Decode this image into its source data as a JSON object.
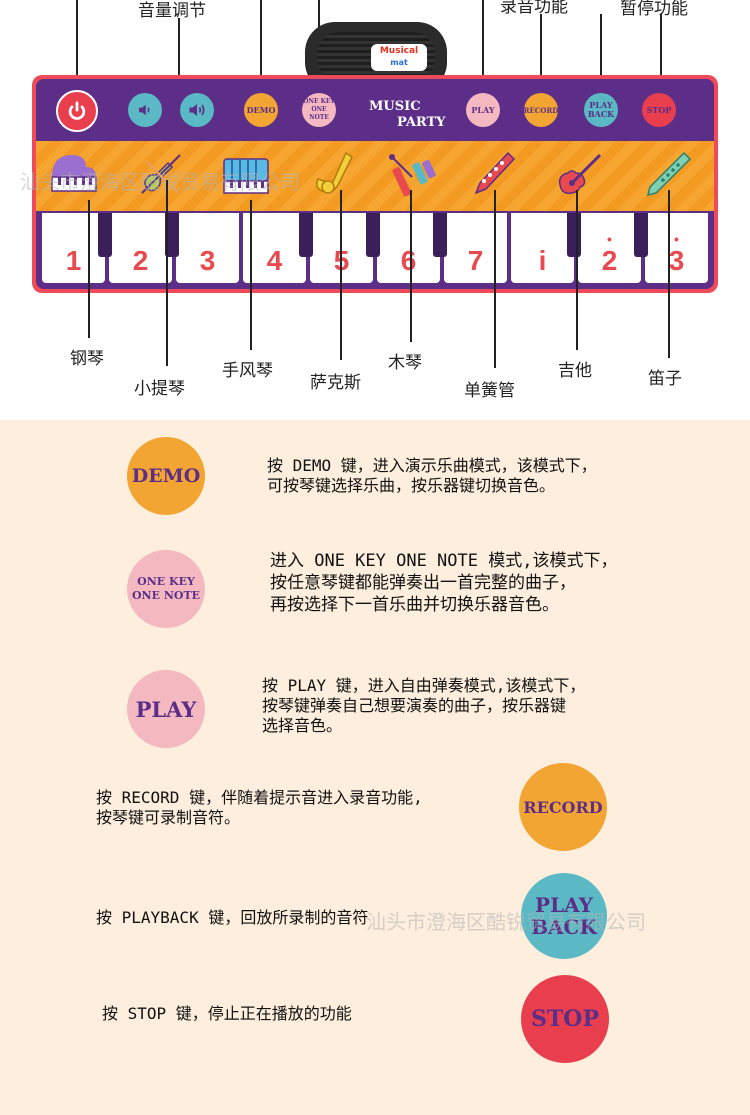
{
  "top_callouts": {
    "volume": "音量调节",
    "record": "录音功能",
    "stop": "暂停功能"
  },
  "speaker": {
    "logo_line1": "Musical",
    "logo_line2": "mat"
  },
  "mat": {
    "title_line1": "MUSIC",
    "title_line2": "PARTY",
    "buttons": {
      "demo": "DEMO",
      "one_key_line1": "ONE KEY",
      "one_key_line2": "ONE NOTE",
      "play": "PLAY",
      "record": "RECORD",
      "playback_line1": "PLAY",
      "playback_line2": "BACK",
      "stop": "STOP"
    },
    "keys": [
      "1",
      "2",
      "3",
      "4",
      "5",
      "6",
      "7",
      "i",
      "2",
      "3"
    ]
  },
  "instruments": {
    "piano": "钢琴",
    "violin": "小提琴",
    "accordion": "手风琴",
    "saxophone": "萨克斯",
    "xylophone": "木琴",
    "clarinet": "单簧管",
    "guitar": "吉他",
    "flute": "笛子"
  },
  "watermark": "汕头市澄海区酷锐贸易有限公司",
  "modes": [
    {
      "button_line1": "DEMO",
      "button_line2": "",
      "color": "#f3a533",
      "lines": [
        "按 DEMO 键，进入演示乐曲模式，该模式下，",
        "可按琴键选择乐曲，按乐器键切换音色。"
      ]
    },
    {
      "button_line1": "ONE KEY",
      "button_line2": "ONE NOTE",
      "color": "#f4b8c0",
      "lines": [
        "进入 ONE KEY ONE NOTE 模式,该模式下，",
        "按任意琴键都能弹奏出一首完整的曲子，",
        "再按选择下一首乐曲并切换乐器音色。"
      ]
    },
    {
      "button_line1": "PLAY",
      "button_line2": "",
      "color": "#f4b8c0",
      "lines": [
        "按 PLAY 键，进入自由弹奏模式,该模式下，",
        "按琴键弹奏自己想要演奏的曲子，按乐器键",
        "选择音色。"
      ]
    },
    {
      "button_line1": "RECORD",
      "button_line2": "",
      "color": "#f3a533",
      "lines": [
        "按 RECORD 键，伴随着提示音进入录音功能,",
        "按琴键可录制音符。"
      ]
    },
    {
      "button_line1": "PLAY",
      "button_line2": "BACK",
      "color": "#5ab9c4",
      "lines": [
        "按 PLAYBACK 键，回放所录制的音符"
      ]
    },
    {
      "button_line1": "STOP",
      "button_line2": "",
      "color": "#e83e4e",
      "lines": [
        "按 STOP 键，停止正在播放的功能"
      ]
    }
  ]
}
